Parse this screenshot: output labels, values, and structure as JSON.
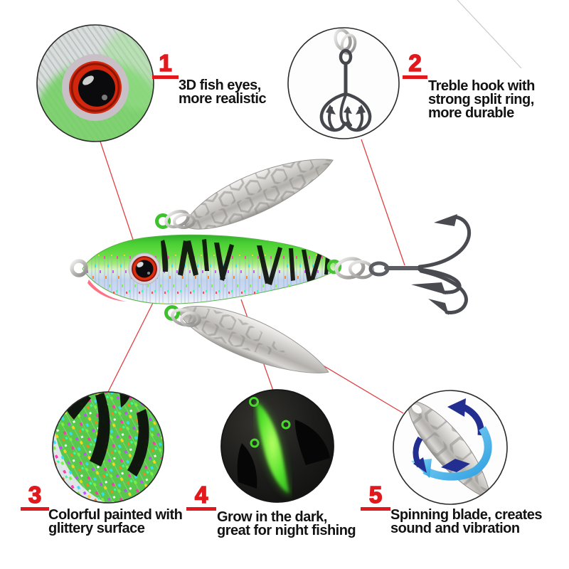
{
  "image_type": "product-infographic",
  "product": {
    "subject": "Metal fishing lure jig with twin spinner blades, 3D eye and treble hooks"
  },
  "colors": {
    "accent_red": "#e2191c",
    "connector_line_red": "#e04042",
    "body_green": "#4fd437",
    "glow_green": "#57e22e",
    "blade_silver": "#c7c5c2",
    "arrow_blue_dark": "#232e91",
    "arrow_blue_light": "#3fb0e8",
    "background": "#ffffff"
  },
  "features": [
    {
      "number": "1",
      "callout_icon": "fish-eye-closeup",
      "lines": [
        "3D fish eyes,",
        "more realistic"
      ]
    },
    {
      "number": "2",
      "callout_icon": "treble-hook-closeup",
      "lines": [
        "Treble hook with",
        "strong split ring,",
        "more durable"
      ]
    },
    {
      "number": "3",
      "callout_icon": "glitter-surface-closeup",
      "lines": [
        "Colorful painted with",
        "glittery surface"
      ]
    },
    {
      "number": "4",
      "callout_icon": "glow-in-dark-closeup",
      "lines": [
        "Grow in the dark,",
        "great for night fishing"
      ]
    },
    {
      "number": "5",
      "callout_icon": "spinning-blade-closeup",
      "lines": [
        "Spinning blade, creates",
        "sound and vibration"
      ]
    }
  ]
}
